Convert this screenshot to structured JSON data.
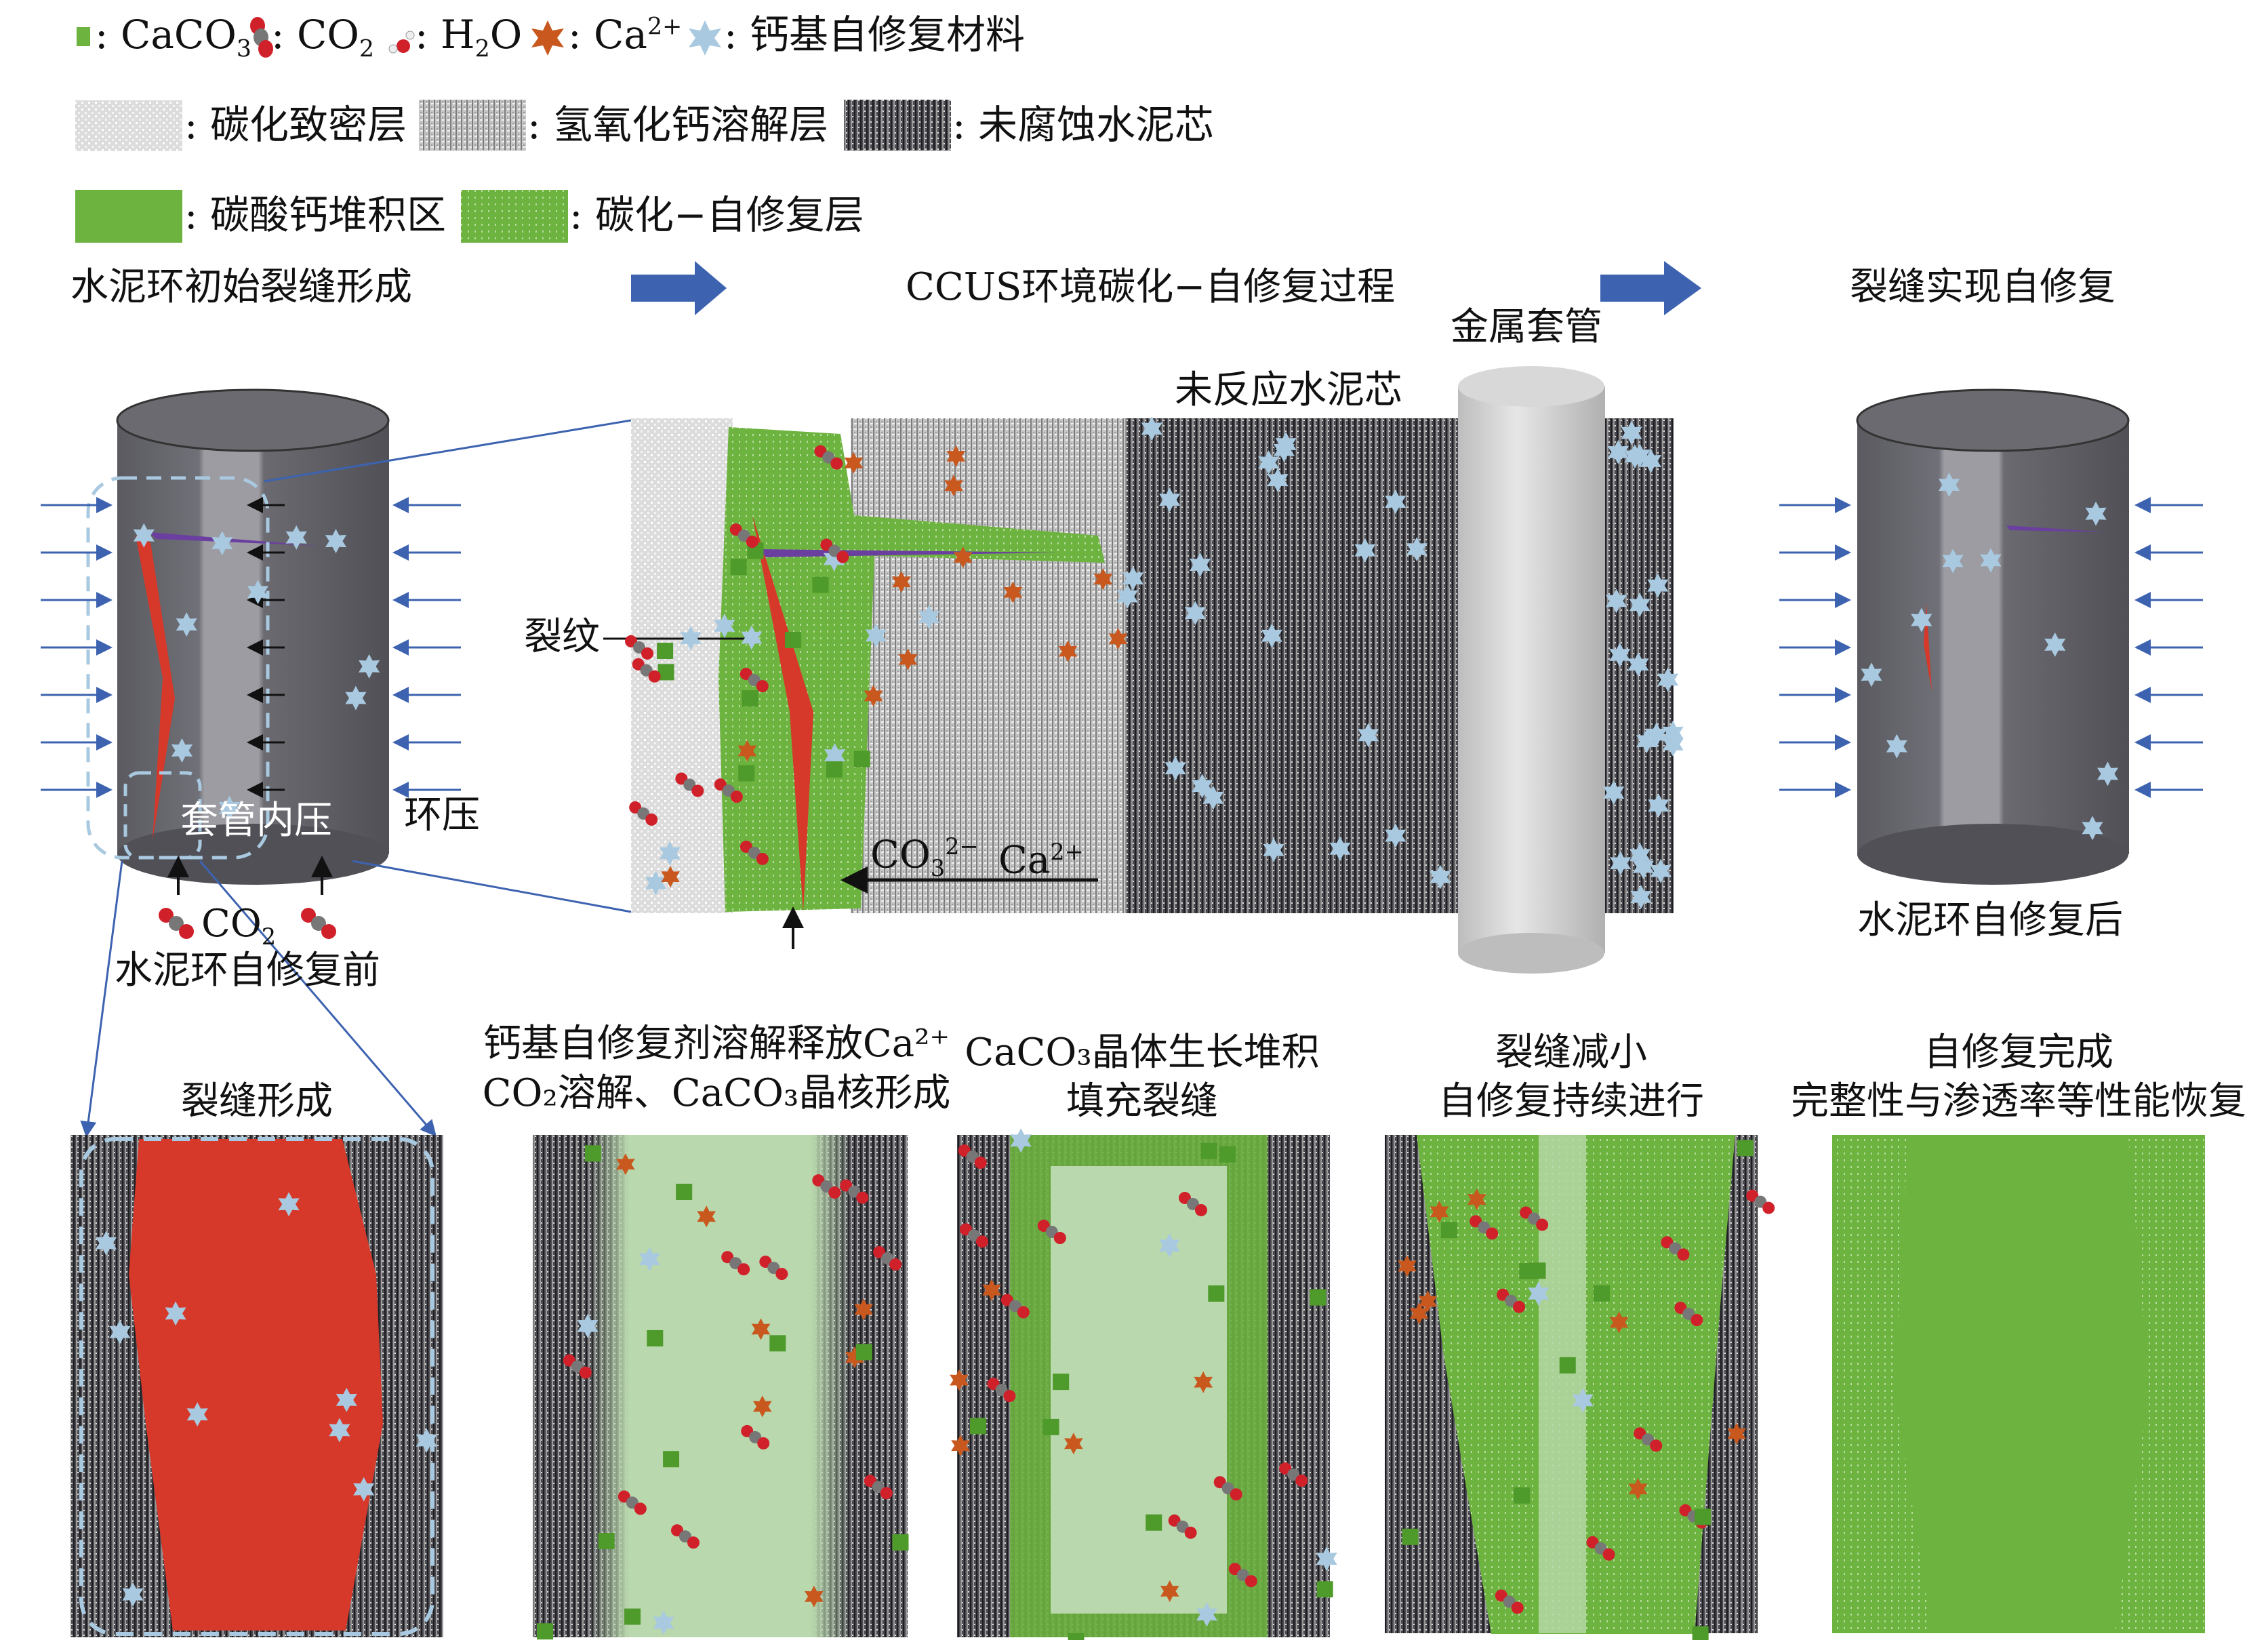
{
  "legend": {
    "symbols": [
      {
        "icon": "caco3-cube-icon",
        "label": ": CaCO",
        "sub": "3",
        "sup": ""
      },
      {
        "icon": "co2-molecule-icon",
        "label": ": CO",
        "sub": "2",
        "sup": ""
      },
      {
        "icon": "h2o-molecule-icon",
        "label": ": H",
        "sub": "2",
        "tail": "O",
        "sup": ""
      },
      {
        "icon": "ca-ion-star-icon",
        "label": ": Ca",
        "sub": "",
        "sup": "2+"
      },
      {
        "icon": "self-healing-material-icon",
        "label": ": 钙基自修复材料",
        "sub": "",
        "sup": ""
      }
    ],
    "layers": [
      {
        "label": ": 碳化致密层"
      },
      {
        "label": ": 氢氧化钙溶解层"
      },
      {
        "label": ": 未腐蚀水泥芯"
      },
      {
        "label": ": 碳酸钙堆积区"
      },
      {
        "label": ": 碳化−自修复层"
      }
    ]
  },
  "stages": {
    "initial": "水泥环初始裂缝形成",
    "process": "CCUS环境碳化−自修复过程",
    "final": "裂缝实现自修复"
  },
  "labels": {
    "casing": "金属套管",
    "unreacted_core": "未反应水泥芯",
    "crack": "裂纹",
    "co3": "CO",
    "co3_sub": "3",
    "co3_sup": "2−",
    "ca": "Ca",
    "ca_sup": "2+",
    "inner_pressure": "套管内压",
    "annular_pressure": "环压",
    "co2": "CO",
    "co2_sub": "2",
    "before": "水泥环自修复前",
    "after": "水泥环自修复后"
  },
  "steps": [
    {
      "line1": "",
      "line2": "裂缝形成"
    },
    {
      "line1": "钙基自修复剂溶解释放Ca²⁺",
      "line2": "CO₂溶解、CaCO₃晶核形成"
    },
    {
      "line1": "CaCO₃晶体生长堆积",
      "line2": "填充裂缝"
    },
    {
      "line1": "裂缝减小",
      "line2": "自修复持续进行"
    },
    {
      "line1": "自修复完成",
      "line2": "完整性与渗透率等性能恢复"
    }
  ],
  "colors": {
    "crack": "#d6382a",
    "caco3": "#6db33f",
    "ca_ion": "#c8581e",
    "material": "#a9c9e0",
    "arrow": "#3d63b0",
    "co2_o": "#d0202a"
  }
}
